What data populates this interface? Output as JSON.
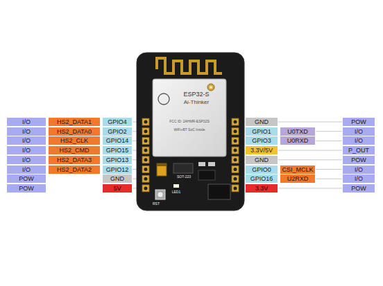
{
  "diagram": {
    "labels": [
      "I/O",
      "HS2_DATA1",
      "GPIO4",
      "I/O",
      "HS2_DATA0",
      "GPIO2",
      "I/O",
      "HS2_CLK",
      "GPIO14",
      "I/O",
      "HS2_CMD",
      "GPIO15",
      "I/O",
      "HS2_DATA3",
      "GPIO13",
      "I/O",
      "HS2_DATA2",
      "GPIO12",
      "POW",
      "GND",
      "POW",
      "5V",
      "GND",
      "POW",
      "GPIO1",
      "U0TXD",
      "I/O",
      "GPIO3",
      "U0RXD",
      "I/O",
      "3.3V/5V",
      "P_OUT",
      "GND",
      "POW",
      "GPIO0",
      "CSI_MCLK",
      "I/O",
      "GPIO16",
      "U2RXD",
      "I/O",
      "3.3V",
      "POW",
      "ESP32-S",
      "Ai-Thinker",
      "FCC ID: 2AHMR-ESP32S",
      "WiFi+BT SoC Inside",
      "RST",
      "LED1",
      "SOT-223"
    ]
  }
}
